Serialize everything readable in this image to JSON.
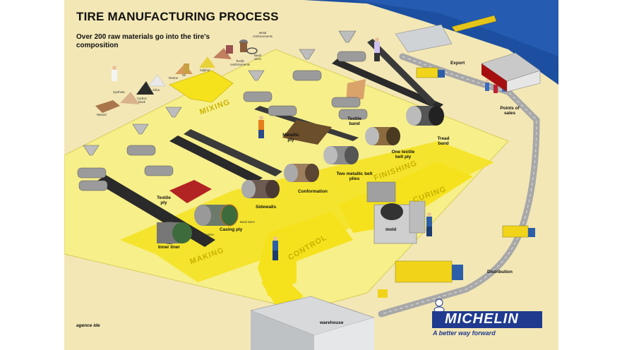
{
  "poster": {
    "title": "TIRE MANUFACTURING PROCESS",
    "subtitle": "Over 200 raw materials go into the tire's composition",
    "agency": "agence ide"
  },
  "raw_materials": [
    {
      "id": "synthetic",
      "label": "Synthetic"
    },
    {
      "id": "natural",
      "label": "Natural"
    },
    {
      "id": "carbon-black",
      "label": "Carbon black"
    },
    {
      "id": "silica",
      "label": "Silica"
    },
    {
      "id": "resins",
      "label": "Resins"
    },
    {
      "id": "oil",
      "label": "Oil"
    },
    {
      "id": "sulphur",
      "label": "Sulphur"
    },
    {
      "id": "textile-reinforcements",
      "label": "Textile reinforcements"
    },
    {
      "id": "metal-reinforcements",
      "label": "Metal reinforcements"
    },
    {
      "id": "bead-wires",
      "label": "Bead wires"
    }
  ],
  "stages": {
    "mixing": "MIXING",
    "making": "MAKING",
    "finishing": "FINISHING",
    "curing": "CURING",
    "control": "CONTROL"
  },
  "components": {
    "inner_liner": "Inner liner",
    "casing_ply": "Casing ply",
    "bead_wires": "Bead wires",
    "textile_ply": "Textile ply",
    "sidewalls": "Sidewalls",
    "metallic_ply": "Metallic ply",
    "textile_band": "Textile band",
    "conformation": "Conformation",
    "two_metallic_belt_plies": "Two metallic belt plies",
    "one_textile_belt_ply": "One textile belt ply",
    "tread_band": "Tread band",
    "mold": "mold"
  },
  "logistics": {
    "export": "Export",
    "points_of_sales": "Points of sales",
    "distribution": "Distribution",
    "warehouse": "warehouse"
  },
  "brand": {
    "name": "MICHELIN",
    "tagline": "A better way forward",
    "color": "#1f3a8f"
  },
  "colors": {
    "background": "#f3e7b6",
    "platform": "#f7ef8a",
    "flow_arrow": "#f5e21c",
    "sea": "#1c4fa0",
    "road": "#a8a8a8"
  }
}
